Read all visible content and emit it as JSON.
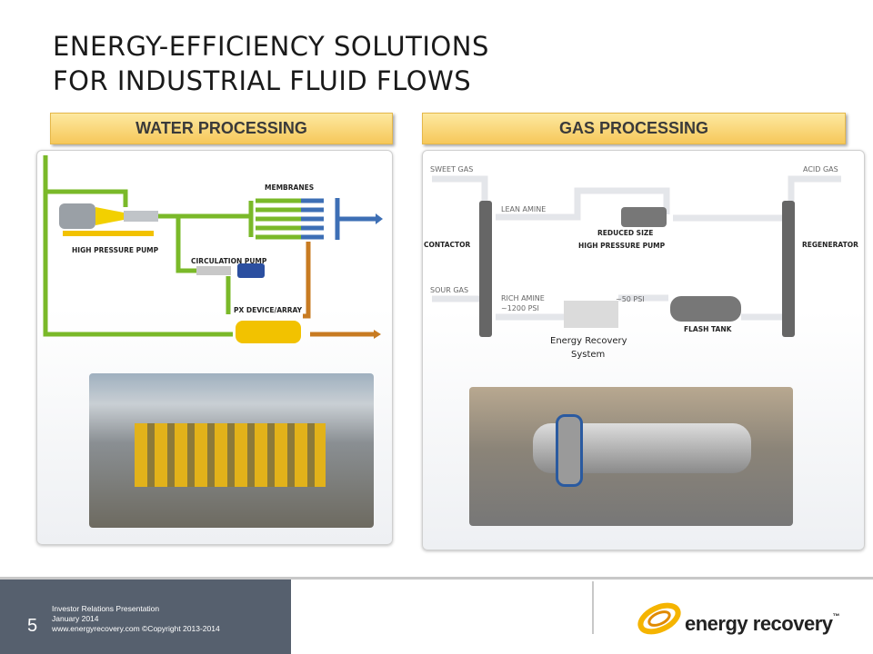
{
  "title": {
    "line1": "ENERGY-EFFICIENCY SOLUTIONS",
    "line2": "FOR INDUSTRIAL FLUID FLOWS"
  },
  "water": {
    "header": "WATER PROCESSING",
    "labels": {
      "membranes": "MEMBRANES",
      "hp_pump": "HIGH PRESSURE PUMP",
      "circ_pump": "CIRCULATION PUMP",
      "px": "PX DEVICE/ARRAY"
    }
  },
  "gas": {
    "header": "GAS PROCESSING",
    "labels": {
      "sweet_gas": "SWEET GAS",
      "acid_gas": "ACID GAS",
      "lean_amine": "LEAN AMINE",
      "reduced1": "REDUCED SIZE",
      "reduced2": "HIGH PRESSURE PUMP",
      "contactor": "CONTACTOR",
      "regenerator": "REGENERATOR",
      "sour_gas": "SOUR GAS",
      "rich_amine": "RICH AMINE",
      "psi1200": "~1200 PSI",
      "psi50": "~50 PSI",
      "flash_tank": "FLASH TANK",
      "ers1": "Energy Recovery",
      "ers2": "System"
    }
  },
  "footer": {
    "page": "5",
    "line1": "Investor Relations Presentation",
    "line2": "January 2014",
    "line3": "www.energyrecovery.com  ©Copyright 2013-2014",
    "logo_text": "energy recovery",
    "tm": "™"
  },
  "colors": {
    "green": "#7ab929",
    "blue": "#3d6fb5",
    "orange": "#c87b22",
    "yellow": "#f2c200",
    "footer": "#56606e"
  }
}
